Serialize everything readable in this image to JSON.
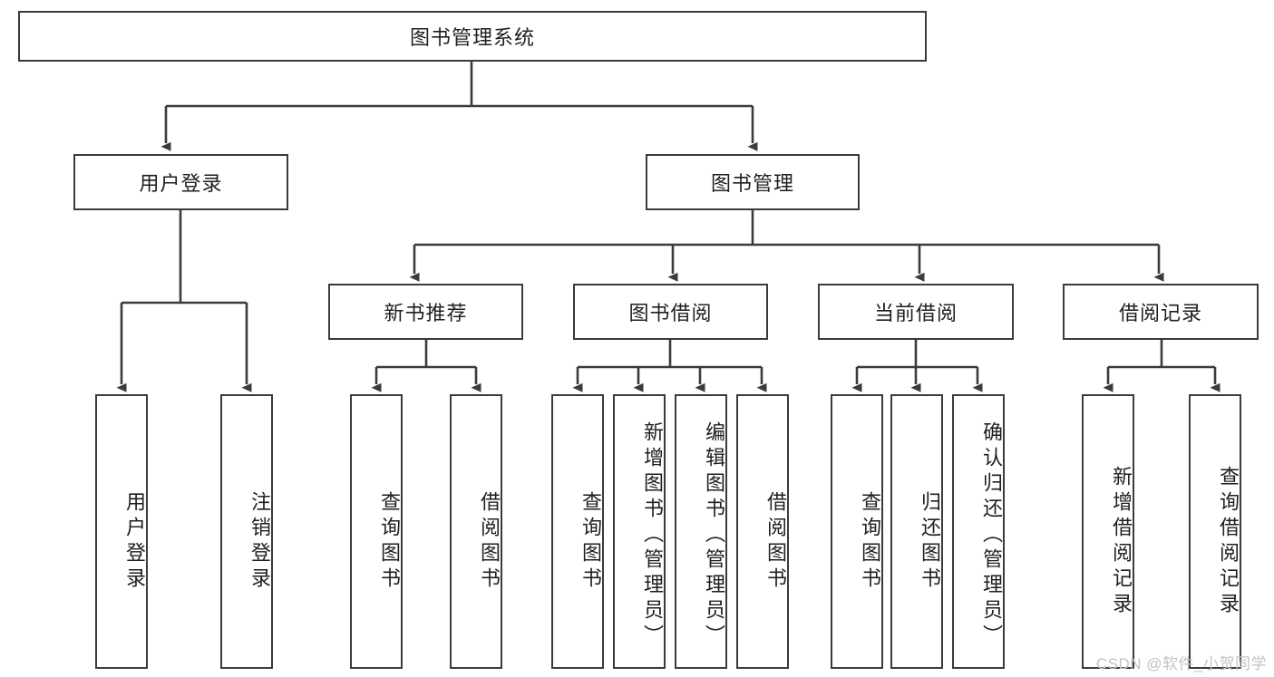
{
  "diagram": {
    "type": "tree-hierarchy-chart",
    "title": "图书管理系统",
    "watermark": "CSDN @软件_小贺同学",
    "colors": {
      "box_border": "#3b3b3b",
      "box_fill": "#ffffff",
      "line": "#3b3b3b",
      "text": "#1f1f1f",
      "watermark": "#c3c3c3",
      "background": "#ffffff"
    },
    "nodes": {
      "root": {
        "label": "图书管理系统"
      },
      "level2": [
        {
          "id": "user-login",
          "label": "用户登录"
        },
        {
          "id": "book-manage",
          "label": "图书管理"
        }
      ],
      "level3": [
        {
          "id": "new-book-recommend",
          "label": "新书推荐"
        },
        {
          "id": "book-borrow",
          "label": "图书借阅"
        },
        {
          "id": "current-borrow",
          "label": "当前借阅"
        },
        {
          "id": "borrow-record",
          "label": "借阅记录"
        }
      ],
      "leaves": {
        "user_login": [
          {
            "id": "leaf-user-login",
            "label": "用户登录"
          },
          {
            "id": "leaf-logout-login",
            "label": "注销登录"
          }
        ],
        "new_book_recommend": [
          {
            "id": "leaf-query-book-1",
            "label": "查询图书"
          },
          {
            "id": "leaf-borrow-book-1",
            "label": "借阅图书"
          }
        ],
        "book_borrow": [
          {
            "id": "leaf-query-book-2",
            "label": "查询图书"
          },
          {
            "id": "leaf-add-book",
            "label": "新增图书（管理员）"
          },
          {
            "id": "leaf-edit-book",
            "label": "编辑图书（管理员）"
          },
          {
            "id": "leaf-borrow-book-2",
            "label": "借阅图书"
          }
        ],
        "current_borrow": [
          {
            "id": "leaf-query-book-3",
            "label": "查询图书"
          },
          {
            "id": "leaf-return-book",
            "label": "归还图书"
          },
          {
            "id": "leaf-confirm-return",
            "label": "确认归还（管理员）"
          }
        ],
        "borrow_record": [
          {
            "id": "leaf-add-record",
            "label": "新增借阅记录"
          },
          {
            "id": "leaf-query-record",
            "label": "查询借阅记录"
          }
        ]
      }
    }
  }
}
